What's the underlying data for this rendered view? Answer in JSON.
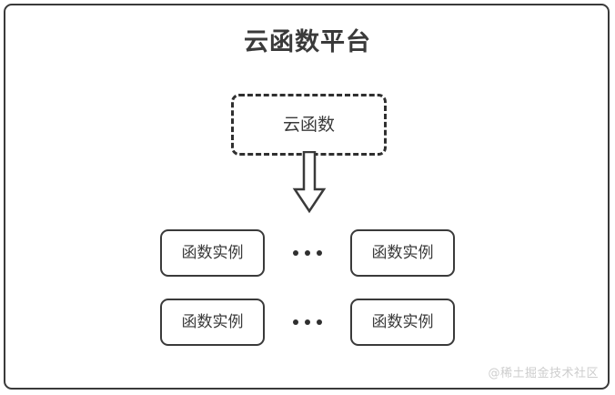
{
  "diagram": {
    "title": "云函数平台",
    "function_node": {
      "label": "云函数",
      "style": "dashed"
    },
    "arrow": {
      "icon": "arrow-down-block",
      "direction": "down"
    },
    "instance_rows": [
      {
        "left_label": "函数实例",
        "ellipsis": "•••",
        "right_label": "函数实例"
      },
      {
        "left_label": "函数实例",
        "ellipsis": "•••",
        "right_label": "函数实例"
      }
    ],
    "watermark": "@稀土掘金技术社区",
    "colors": {
      "stroke": "#3a3a3a",
      "dashed_stroke": "#2f2f2f",
      "background": "#ffffff",
      "watermark": "#cdcdcd"
    }
  }
}
